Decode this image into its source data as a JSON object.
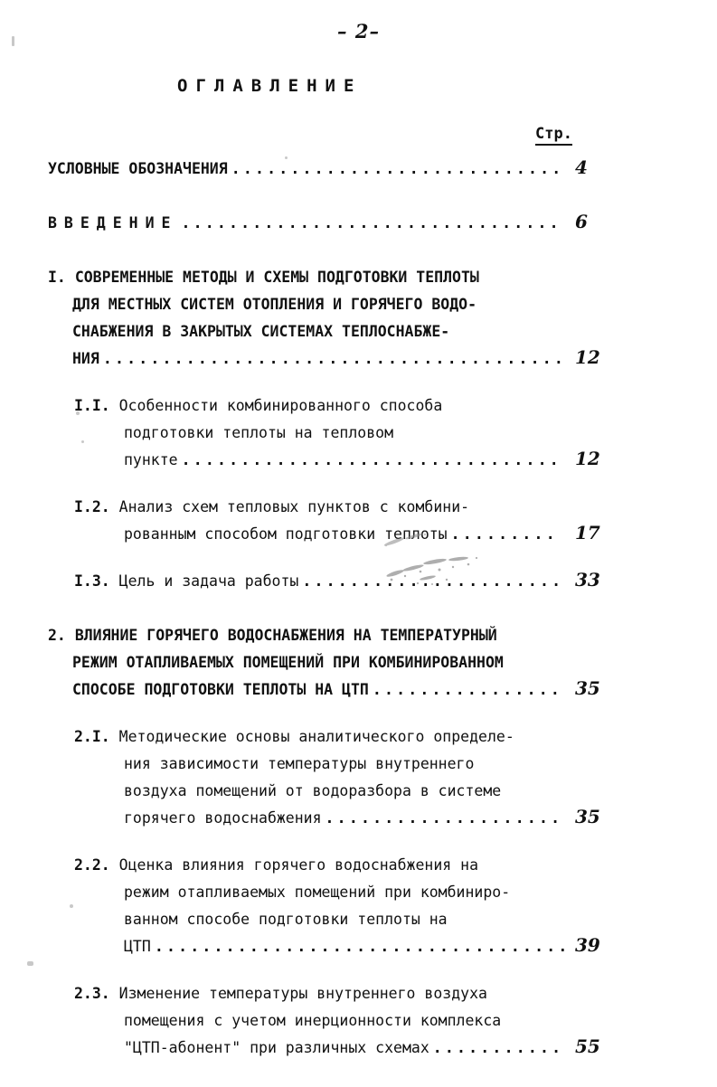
{
  "page": {
    "folio": "– 2–",
    "title": "ОГЛАВЛЕНИЕ",
    "page_column_header": "Стр.",
    "paper_color": "#ffffff",
    "ink_color": "#111111"
  },
  "toc": {
    "entries": [
      {
        "id": "usl-oboz",
        "level": 0,
        "number": "",
        "lines": [
          "УСЛОВНЫЕ ОБОЗНАЧЕНИЯ"
        ],
        "page": "4",
        "style": "caps"
      },
      {
        "id": "vvedenie",
        "level": 0,
        "number": "",
        "lines": [
          "ВВЕДЕНИЕ"
        ],
        "page": "6",
        "style": "tracked"
      },
      {
        "id": "ch-1",
        "level": 0,
        "number": "I.",
        "lines": [
          "СОВРЕМЕННЫЕ МЕТОДЫ И СХЕМЫ ПОДГОТОВКИ ТЕПЛОТЫ",
          "ДЛЯ МЕСТНЫХ СИСТЕМ ОТОПЛЕНИЯ И ГОРЯЧЕГО ВОДО-",
          "СНАБЖЕНИЯ В ЗАКРЫТЫХ СИСТЕМАХ ТЕПЛОСНАБЖЕ-",
          "НИЯ"
        ],
        "page": "12",
        "style": "caps"
      },
      {
        "id": "sec-1-1",
        "level": 1,
        "number": "I.I.",
        "lines": [
          "Особенности комбинированного способа",
          "подготовки теплоты на тепловом",
          "пункте"
        ],
        "page": "12",
        "style": "normal"
      },
      {
        "id": "sec-1-2",
        "level": 1,
        "number": "I.2.",
        "lines": [
          "Анализ схем тепловых пунктов с комбини-",
          "рованным способом подготовки теплоты"
        ],
        "page": "17",
        "style": "normal"
      },
      {
        "id": "sec-1-3",
        "level": 1,
        "number": "I.3.",
        "lines": [
          "Цель и задача работы"
        ],
        "page": "33",
        "style": "normal"
      },
      {
        "id": "ch-2",
        "level": 0,
        "number": "2.",
        "lines": [
          "ВЛИЯНИЕ ГОРЯЧЕГО ВОДОСНАБЖЕНИЯ НА ТЕМПЕРАТУРНЫЙ",
          "РЕЖИМ ОТАПЛИВАЕМЫХ ПОМЕЩЕНИЙ ПРИ КОМБИНИРОВАННОМ",
          "СПОСОБЕ ПОДГОТОВКИ ТЕПЛОТЫ НА ЦТП"
        ],
        "page": "35",
        "style": "caps"
      },
      {
        "id": "sec-2-1",
        "level": 1,
        "number": "2.I.",
        "lines": [
          "Методические основы аналитического определе-",
          "ния зависимости температуры внутреннего",
          "воздуха помещений от водоразбора в системе",
          "горячего водоснабжения"
        ],
        "page": "35",
        "style": "normal"
      },
      {
        "id": "sec-2-2",
        "level": 1,
        "number": "2.2.",
        "lines": [
          "Оценка влияния горячего водоснабжения на",
          "режим отапливаемых помещений при комбиниро-",
          "ванном способе подготовки теплоты на",
          "ЦТП"
        ],
        "page": "39",
        "style": "normal"
      },
      {
        "id": "sec-2-3",
        "level": 1,
        "number": "2.3.",
        "lines": [
          "Изменение температуры внутреннего воздуха",
          "помещения с учетом инерционности комплекса",
          "\"ЦТП-абонент\" при различных схемах"
        ],
        "page": "55",
        "style": "normal"
      }
    ]
  }
}
